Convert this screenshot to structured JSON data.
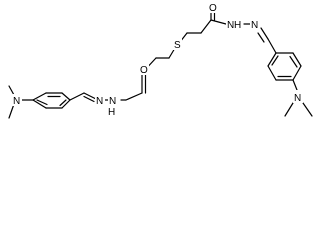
{
  "molecule": {
    "atoms": {
      "n_left": "N",
      "n_hydrazide_left_a": "N",
      "n_hydrazide_left_b": "N",
      "h_hydrazide_left": "H",
      "o_left": "O",
      "s_center": "S",
      "o_right": "O",
      "n_hydrazide_right_a": "N",
      "h_hydrazide_right": "H",
      "n_hydrazide_right_b": "N",
      "n_right": "N"
    }
  },
  "colors": {
    "bond": "#000000",
    "background": "#ffffff"
  }
}
